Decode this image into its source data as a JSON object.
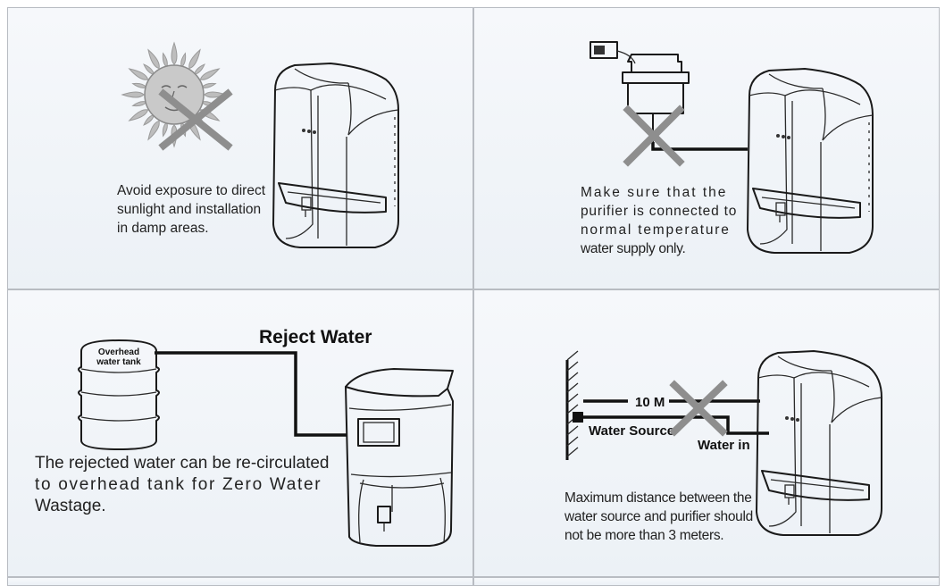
{
  "panels": {
    "sunlight": {
      "caption": [
        "Avoid exposure to direct",
        "sunlight and installation",
        "in damp areas."
      ]
    },
    "temperature": {
      "caption": [
        "Make sure that the",
        "purifier is connected to",
        "normal temperature",
        "water supply only."
      ]
    },
    "reject": {
      "heading": "Reject Water",
      "tank_label": [
        "Overhead",
        "water tank"
      ],
      "caption": [
        "The rejected water can be re-circulated",
        "to overhead tank for Zero Water",
        "Wastage."
      ]
    },
    "distance": {
      "distance_label": "10 M",
      "source_label": "Water Source",
      "inlet_label": "Water in",
      "caption": [
        "Maximum distance between the",
        "water source and purifier should",
        "not be more than 3 meters."
      ]
    }
  },
  "colors": {
    "line": "#1a1a1a",
    "cross": "#8e8e8e",
    "panel_border": "#b8bcc2",
    "panel_bg": "#f1f4f8"
  },
  "icons": [
    "sun-icon",
    "water-heater-icon",
    "overhead-tank-icon",
    "purifier-icon",
    "wall-icon",
    "prohibited-cross-icon"
  ]
}
